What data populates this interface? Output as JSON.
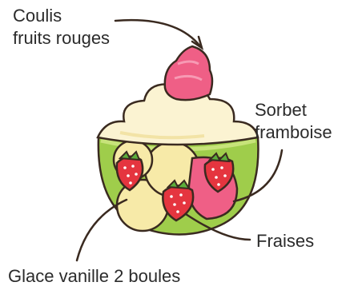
{
  "labels": {
    "coulis": [
      "Coulis",
      "fruits rouges"
    ],
    "sorbet": [
      "Sorbet",
      "framboise"
    ],
    "fraises": "Fraises",
    "glace": "Glace vanille 2 boules"
  },
  "colors": {
    "outline": "#3a2a20",
    "coulis": "#ef5f86",
    "coulis_highlight": "#f79ab4",
    "cream": "#fbf3d2",
    "cream_shadow": "#f2e3a6",
    "vanilla": "#f7eaa8",
    "sorbet": "#ef5f86",
    "bowl_green": "#9fcd4b",
    "bowl_rim": "#c7e37a",
    "strawberry": "#e5353f",
    "leaf": "#5cae3b",
    "seed": "#ffffff",
    "text": "#2b2b2b"
  }
}
